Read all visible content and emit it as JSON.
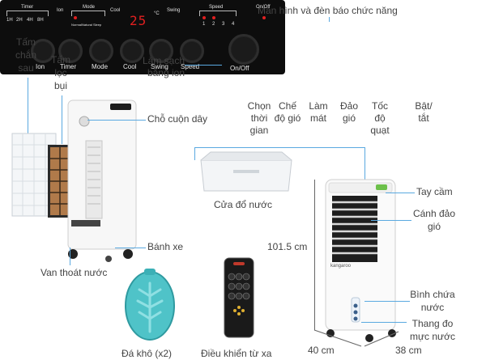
{
  "panel": {
    "title": "Màn hình và đèn báo chức năng",
    "display_labels": {
      "timer": "Timer",
      "ion": "Ion",
      "mode": "Mode",
      "cool": "Cool",
      "swing": "Swing",
      "speed": "Speed",
      "onoff": "On/Off",
      "unit": "°C"
    },
    "timer_values": [
      "1H",
      "2H",
      "4H",
      "8H"
    ],
    "mode_values": [
      "Normal",
      "Natural",
      "Sleep"
    ],
    "speed_values": [
      "1",
      "2",
      "3",
      "4"
    ],
    "temperature": "25",
    "buttons": [
      {
        "label": "Ion",
        "desc": "Làm sạch bằng ion"
      },
      {
        "label": "Timer",
        "desc": "Chọn thời gian"
      },
      {
        "label": "Mode",
        "desc": "Chế độ gió"
      },
      {
        "label": "Cool",
        "desc": "Làm mát"
      },
      {
        "label": "Swing",
        "desc": "Đảo gió"
      },
      {
        "label": "Speed",
        "desc": "Tốc độ quạt"
      },
      {
        "label": "On/Off",
        "desc": "Bật/ tắt"
      }
    ]
  },
  "callouts": {
    "back_panel": "Tấm chắn sau",
    "dust_filter": "Tấm lọc bụi",
    "cord_holder": "Chỗ cuộn dây",
    "wheels": "Bánh xe",
    "drain_valve": "Van thoát nước",
    "ice_pack": "Đá khô (x2)",
    "remote": "Điều khiển từ xa",
    "drain_tray": "Cửa đổ nước",
    "handle": "Tay cầm",
    "louver": "Cánh đảo gió",
    "water_tank": "Bình chứa nước",
    "water_gauge": "Thang đo mực nước"
  },
  "dimensions": {
    "height": "101.5 cm",
    "width": "40 cm",
    "depth": "38 cm"
  },
  "brand": "kangaroo",
  "colors": {
    "accent_line": "#5aa9e0",
    "panel_bg": "#0d0d0d",
    "display_red": "#e02020",
    "ice_pack": "#4fc3c8"
  }
}
